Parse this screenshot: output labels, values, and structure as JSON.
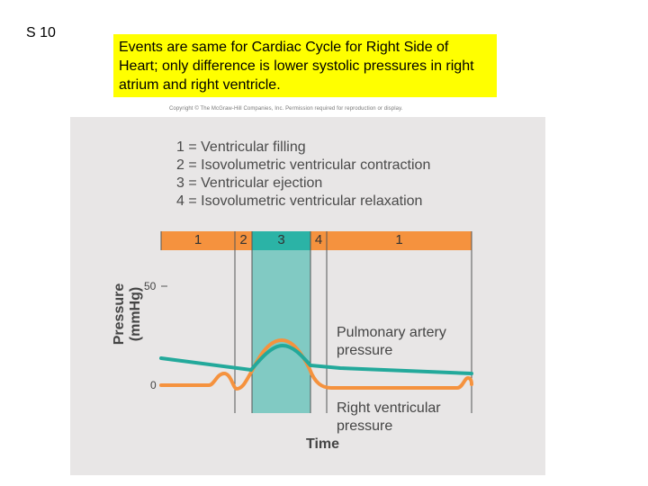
{
  "slide": {
    "number": "S 10"
  },
  "callout": {
    "text": "Events are same for Cardiac Cycle for Right Side of Heart; only difference is lower systolic pressures in right atrium and right ventricle."
  },
  "copyright": "Copyright © The McGraw-Hill Companies, Inc. Permission required for reproduction or display.",
  "legend": [
    "1 = Ventricular filling",
    "2 = Isovolumetric ventricular contraction",
    "3 = Ventricular ejection",
    "4 = Isovolumetric ventricular relaxation"
  ],
  "phases": [
    "1",
    "2",
    "3",
    "4",
    "1"
  ],
  "axis": {
    "y_label_line1": "Pressure",
    "y_label_line2": "(mmHg)",
    "y_tick_high": "50",
    "y_tick_low": "0",
    "x_label": "Time"
  },
  "curves": {
    "pulmonary_label_line1": "Pulmonary artery",
    "pulmonary_label_line2": "pressure",
    "ventricle_label_line1": "Right ventricular",
    "ventricle_label_line2": "pressure"
  },
  "colors": {
    "phase_bar": "#f5923e",
    "ejection": "#2bb3a6",
    "pulmonary_line": "#23a99b",
    "ventricle_line": "#f5923e",
    "callout_bg": "#ffff00"
  }
}
